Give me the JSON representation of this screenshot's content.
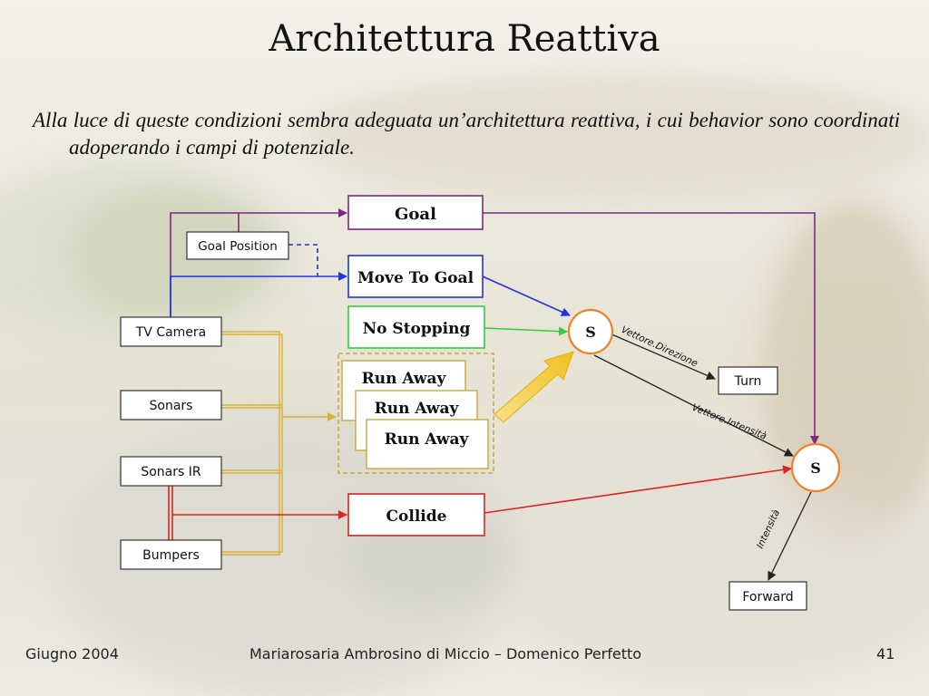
{
  "slide": {
    "title": "Architettura Reattiva",
    "intro": "Alla luce di queste condizioni sembra adeguata un’architettura reattiva, i cui behavior sono coordinati adoperando i campi di potenziale."
  },
  "diagram": {
    "sensors": [
      {
        "id": "tv-camera",
        "label": "TV Camera"
      },
      {
        "id": "sonars",
        "label": "Sonars"
      },
      {
        "id": "sonars-ir",
        "label": "Sonars IR"
      },
      {
        "id": "bumpers",
        "label": "Bumpers"
      }
    ],
    "perception": {
      "goal_position": "Goal Position"
    },
    "behaviors": {
      "goal": "Goal",
      "move_to_goal": "Move To Goal",
      "no_stopping": "No Stopping",
      "run_away": [
        "Run Away",
        "Run Away",
        "Run Away"
      ],
      "collide": "Collide"
    },
    "summation": {
      "s1": "S",
      "s2": "S"
    },
    "outputs": {
      "turn": "Turn",
      "forward": "Forward"
    },
    "edge_labels": {
      "direction": "Vettore.Direzione",
      "intensity_vector": "Vettore.Intensità",
      "intensity": "Intensità"
    },
    "colors": {
      "goal": "#7b2a7f",
      "move_to_goal": "#2233dd",
      "no_stopping": "#33cc44",
      "run_away": "#d8b23a",
      "collide": "#dd2222",
      "summation_ring": "#f08020"
    }
  },
  "footer": {
    "date": "Giugno 2004",
    "authors": "Mariarosaria Ambrosino di Miccio – Domenico Perfetto",
    "page": "41"
  }
}
